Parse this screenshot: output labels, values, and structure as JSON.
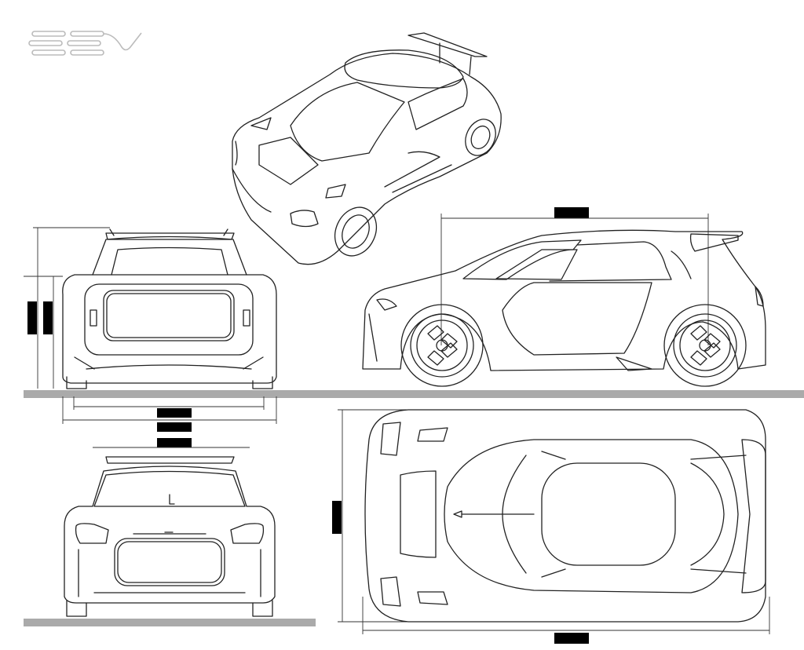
{
  "logo": {
    "text": "EEV"
  },
  "views": [
    "perspective",
    "rear",
    "side",
    "front",
    "top"
  ],
  "colors": {
    "line": "#222222",
    "ground": "#aaaaaa",
    "dimension_marker": "#000000",
    "logo": "#bbbbbb"
  }
}
